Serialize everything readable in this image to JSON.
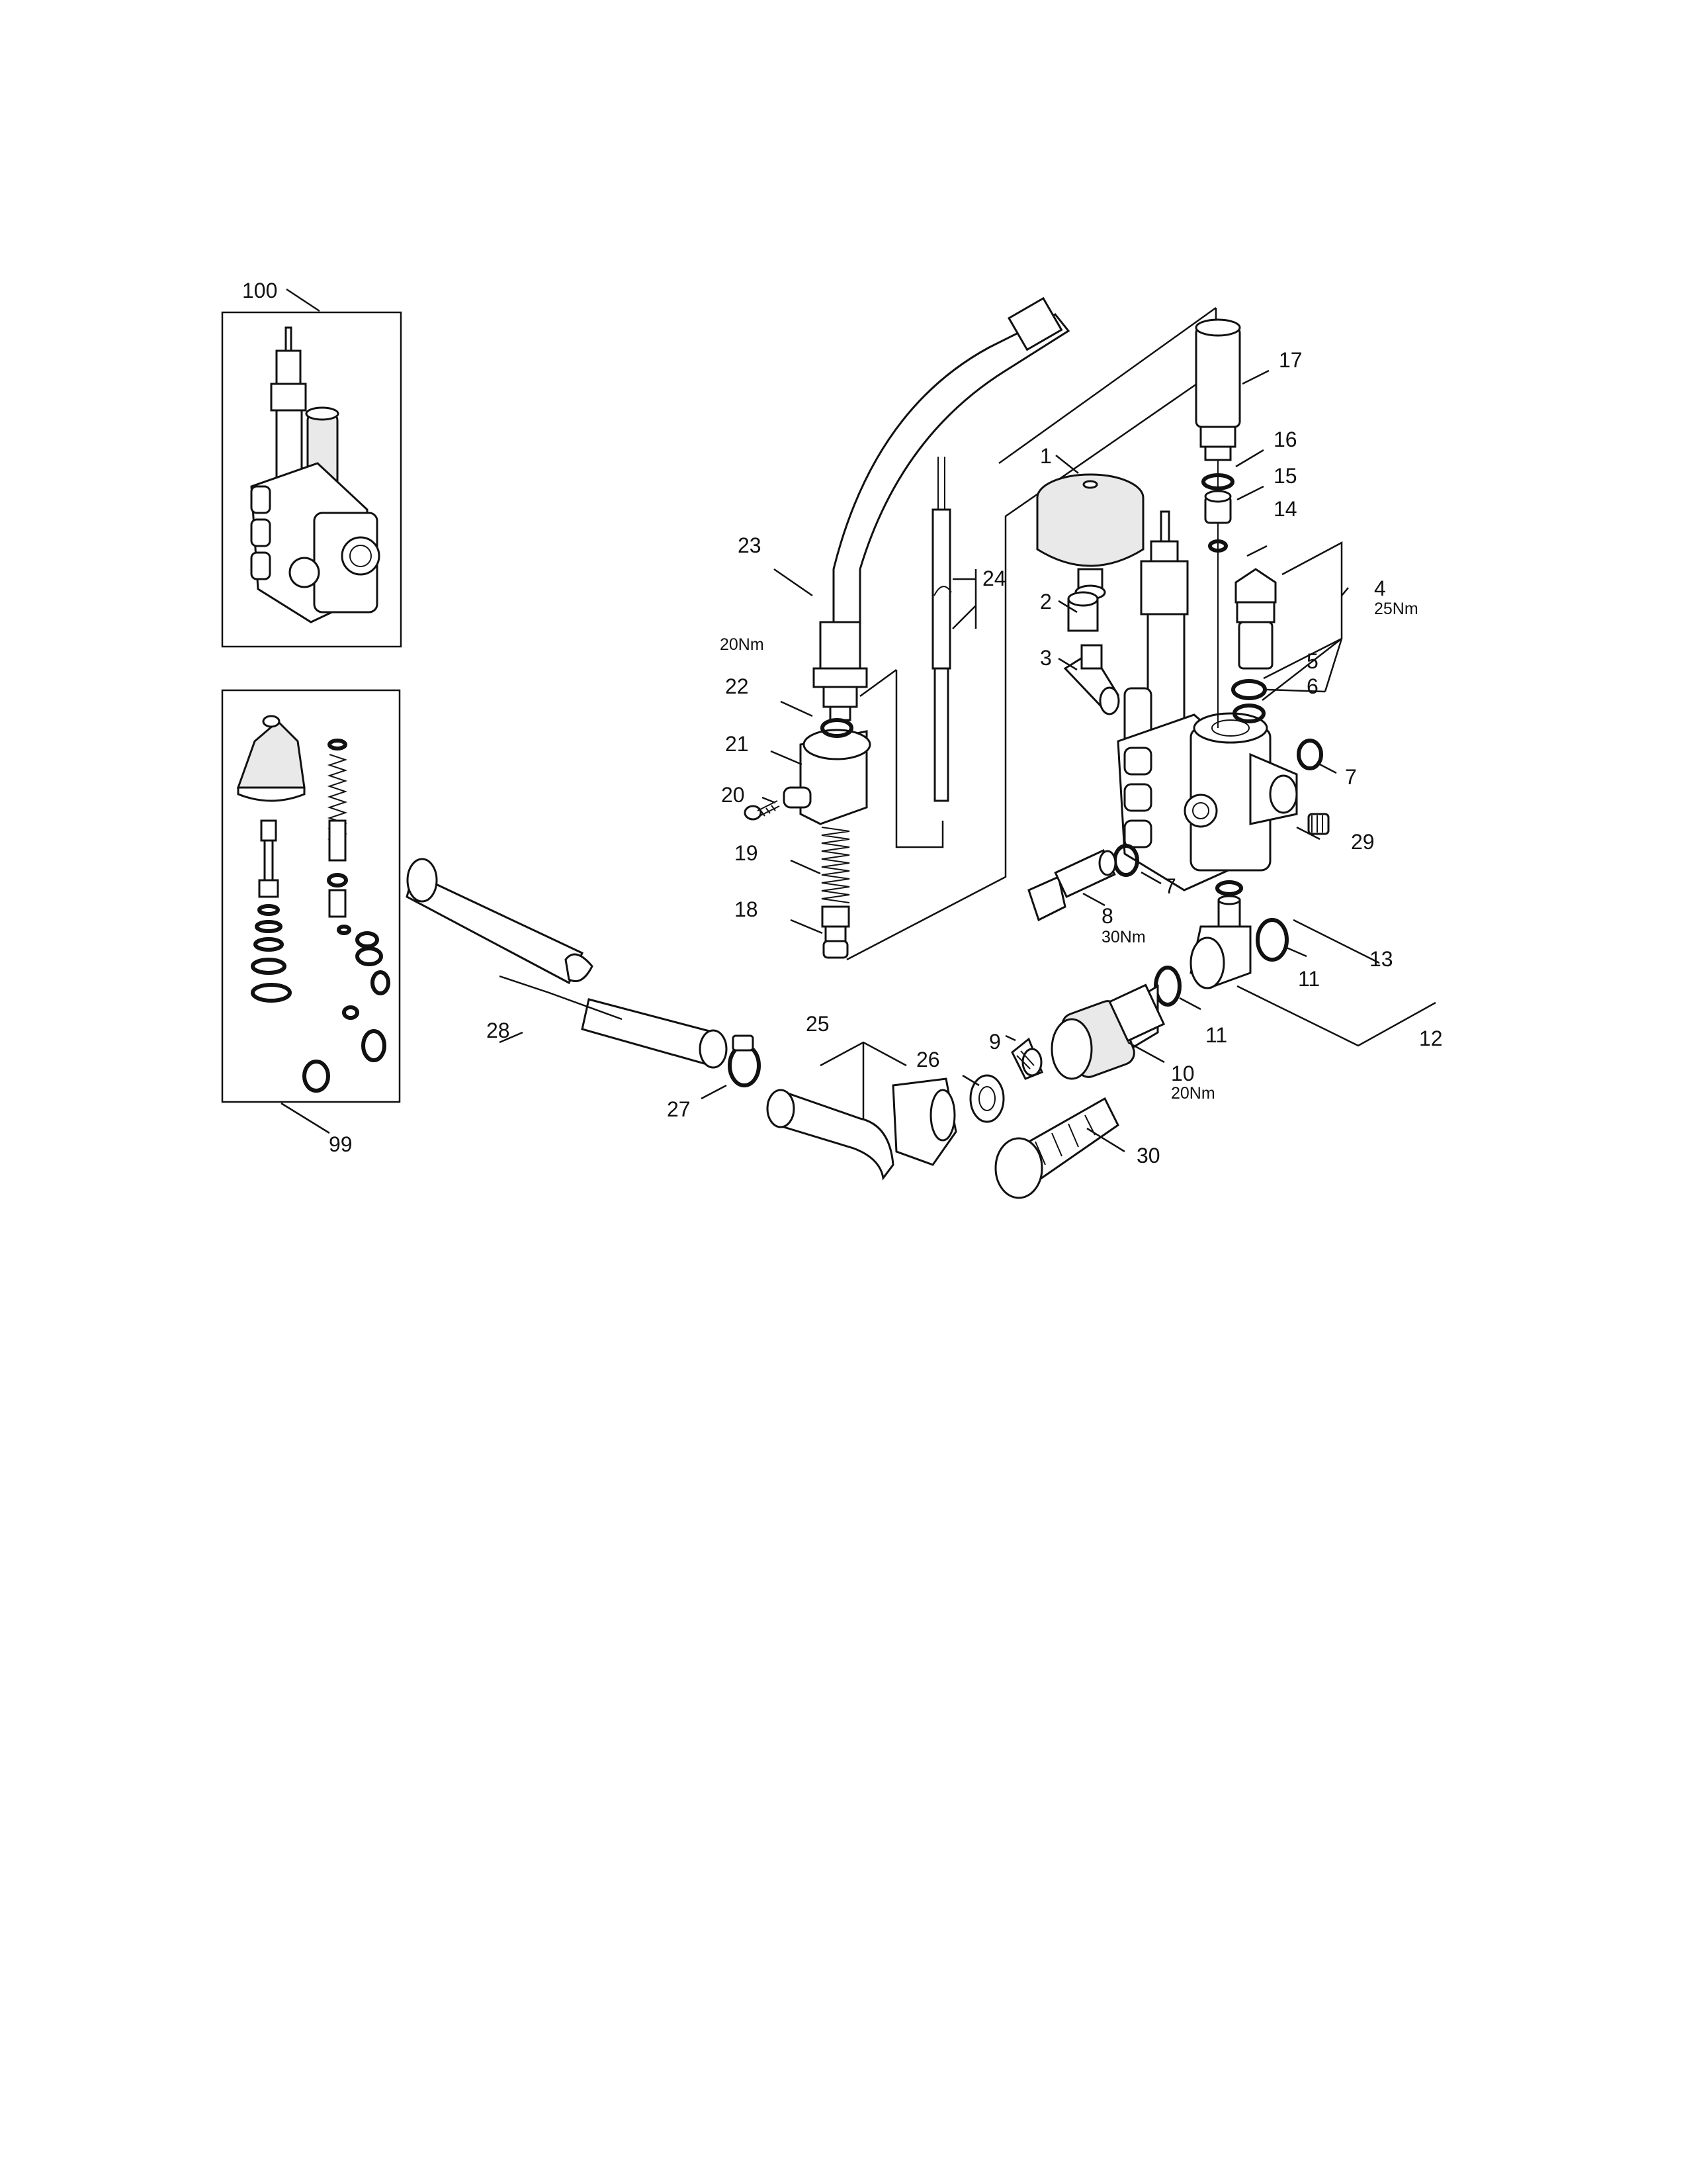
{
  "callouts": {
    "c1": "1",
    "c2": "2",
    "c3": "3",
    "c4": "4",
    "c5": "5",
    "c6": "6",
    "c7a": "7",
    "c7b": "7",
    "c8": "8",
    "c9": "9",
    "c10": "10",
    "c11a": "11",
    "c11b": "11",
    "c12": "12",
    "c13": "13",
    "c14": "14",
    "c15": "15",
    "c16": "16",
    "c17": "17",
    "c18": "18",
    "c19": "19",
    "c20": "20",
    "c21": "21",
    "c22": "22",
    "c23": "23",
    "c24": "24",
    "c25": "25",
    "c26": "26",
    "c27": "27",
    "c28": "28",
    "c29": "29",
    "c30": "30",
    "c99": "99",
    "c100": "100"
  },
  "torques": {
    "t4": "25Nm",
    "t8": "30Nm",
    "t10": "20Nm",
    "t23": "20Nm"
  },
  "icons": [
    "pressure-accumulator-icon",
    "valve-block-icon",
    "hose-icon",
    "o-ring-icon",
    "spring-icon",
    "filter-icon",
    "hose-clamp-icon"
  ]
}
